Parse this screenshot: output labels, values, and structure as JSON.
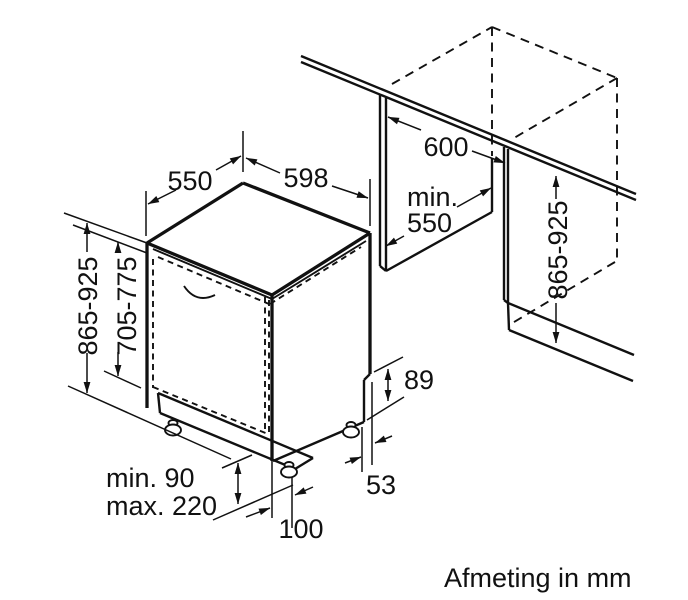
{
  "drawing": {
    "caption": "Afmeting in mm",
    "ink_color": "#111111",
    "dimensions": {
      "top_depth": "550",
      "top_width": "598",
      "niche_width": "600",
      "niche_depth_line1": "min.",
      "niche_depth_line2": "550",
      "niche_height": "865-925",
      "appliance_height": "865-925",
      "door_panel_height": "705-775",
      "rear_base_height": "89",
      "rear_foot_offset": "53",
      "front_foot_inset": "100",
      "plinth_line1": "min. 90",
      "plinth_line2": "max. 220"
    }
  }
}
